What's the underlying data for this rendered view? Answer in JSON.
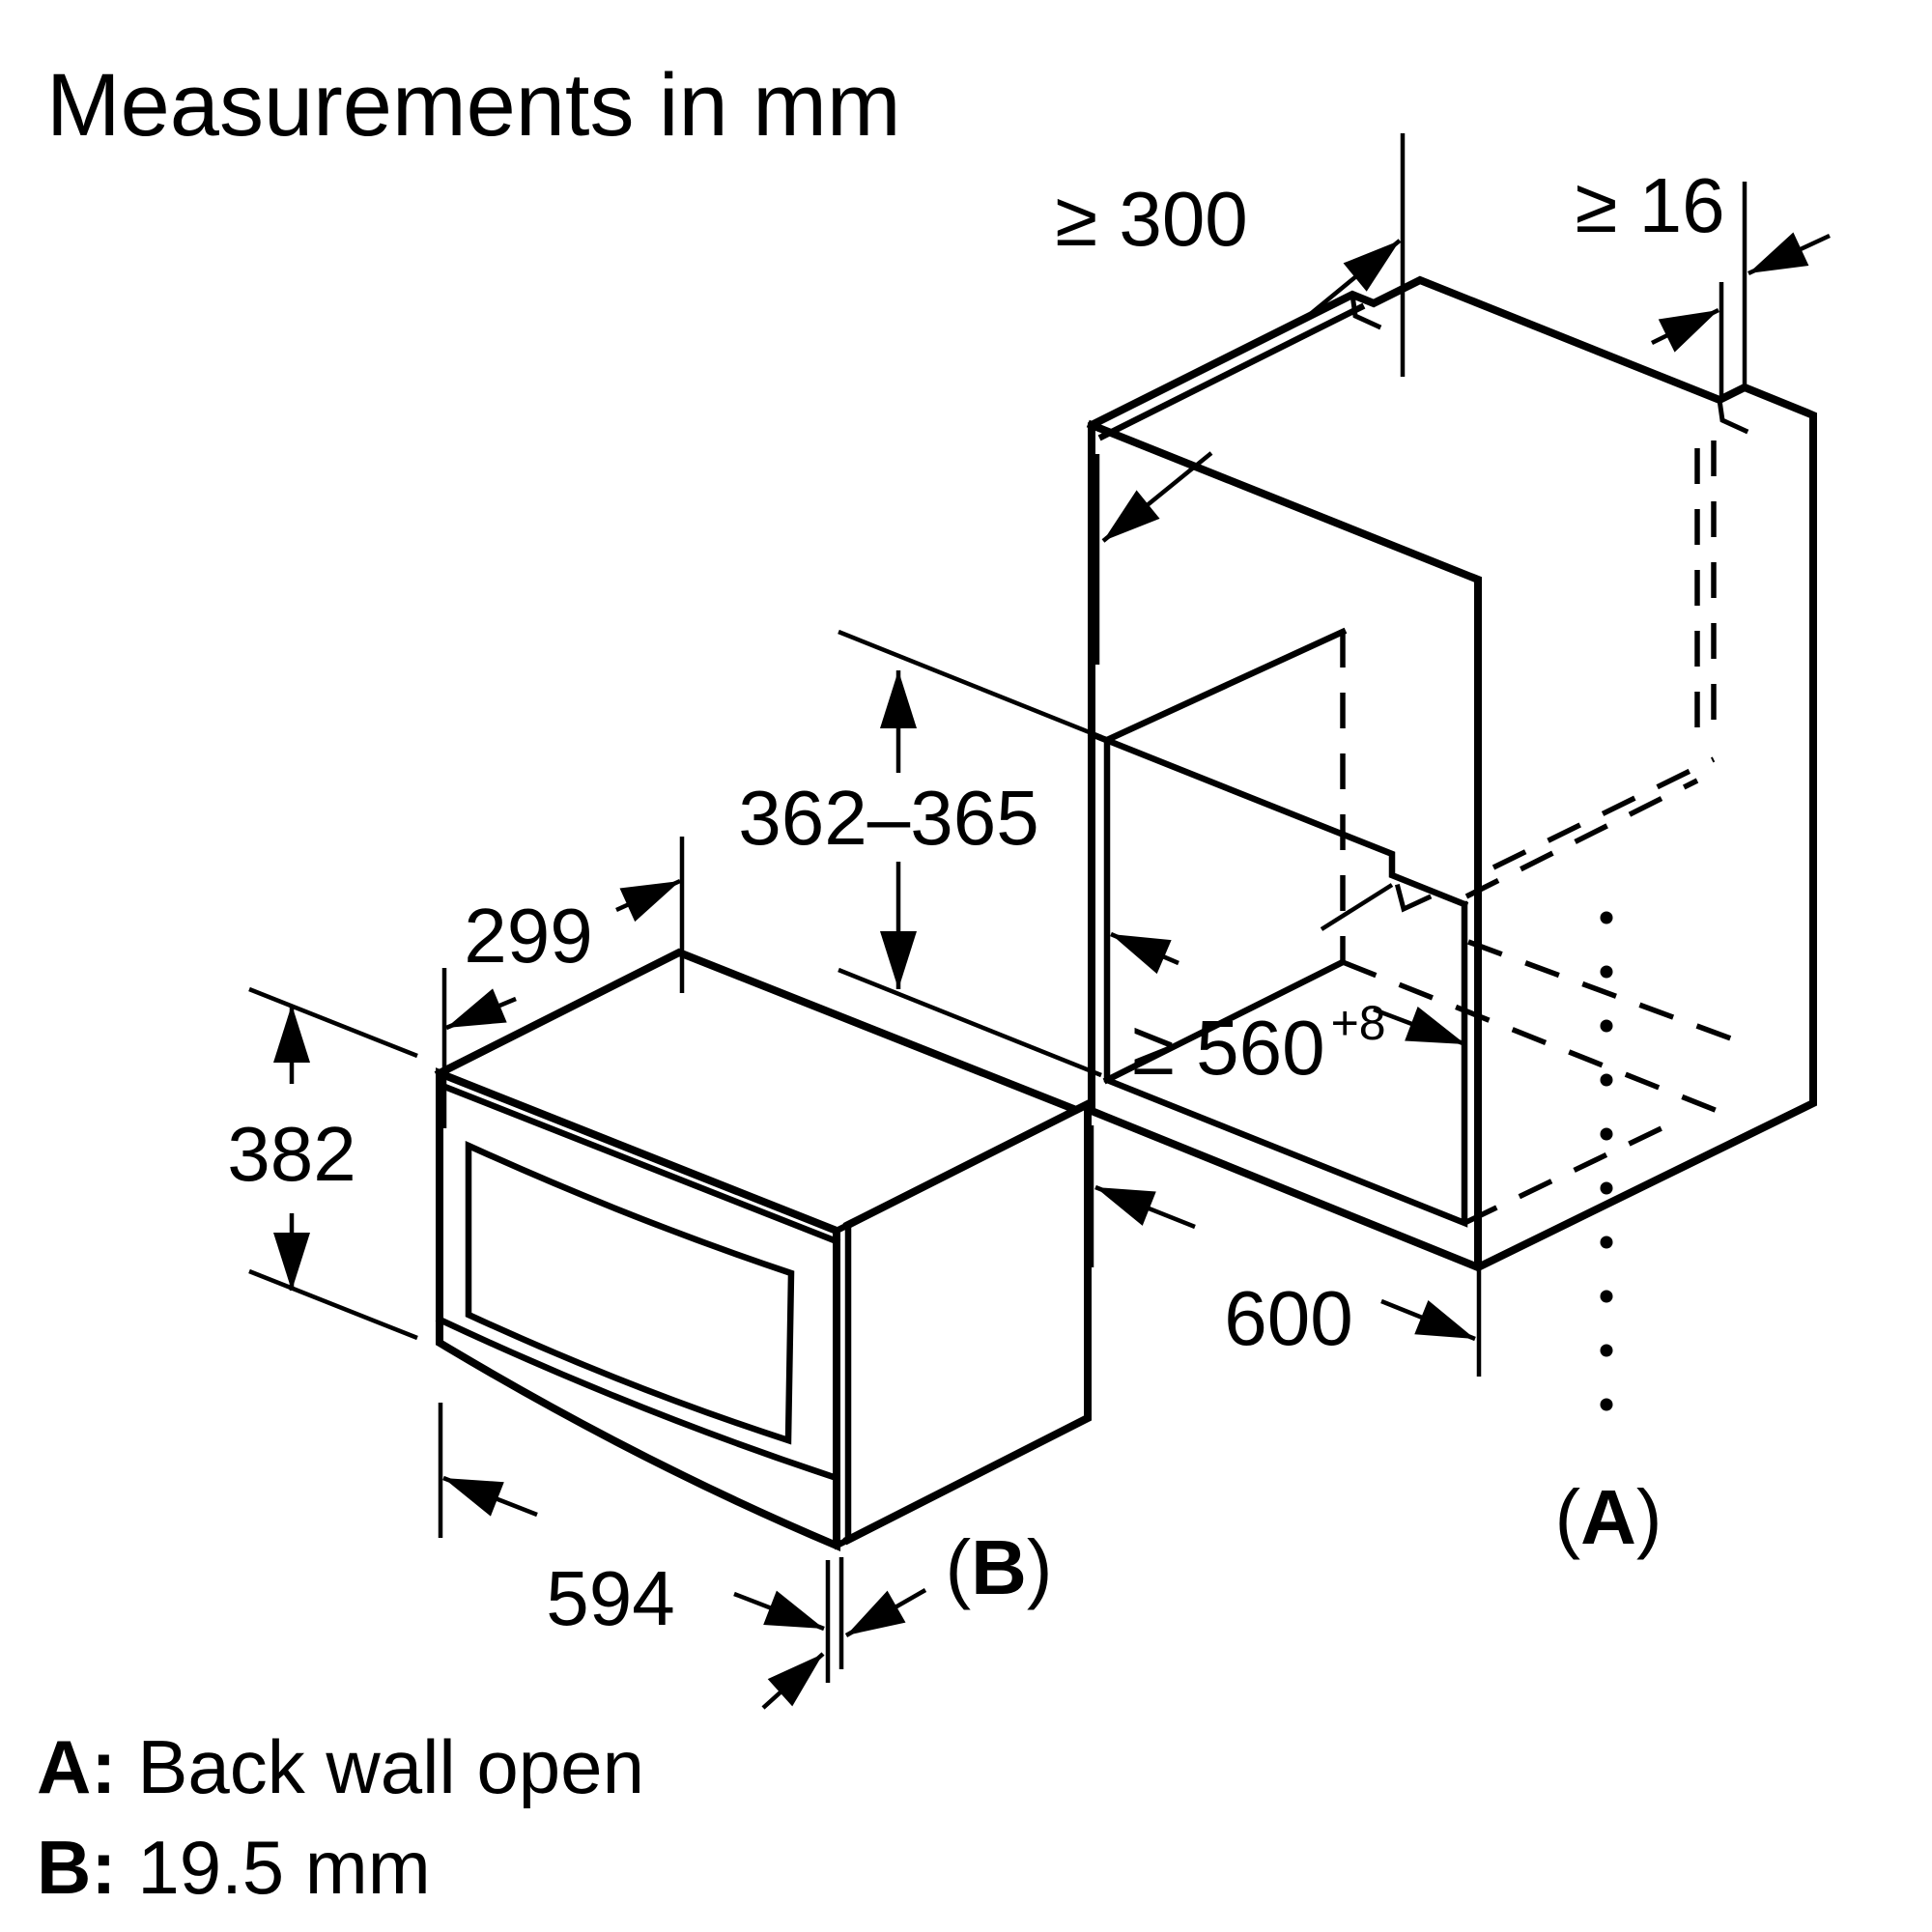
{
  "title": "Measurements in mm",
  "microwave": {
    "depth": "299",
    "height": "382",
    "width": "594",
    "door_ref": {
      "open": "(",
      "letter": "B",
      "close": ")"
    }
  },
  "cabinet": {
    "top_clearance": "≥ 300",
    "panel_thickness": "≥ 16",
    "niche_height": "362–365",
    "niche_width_min": "≥ 560",
    "niche_width_tolerance": "+8",
    "width": "600",
    "back_ref": {
      "open": "(",
      "letter": "A",
      "close": ")"
    }
  },
  "legend": {
    "a_key": "A:",
    "a_text": "Back wall open",
    "b_key": "B:",
    "b_text": "19.5 mm"
  },
  "colors": {
    "line": "#000000",
    "background": "#ffffff"
  }
}
